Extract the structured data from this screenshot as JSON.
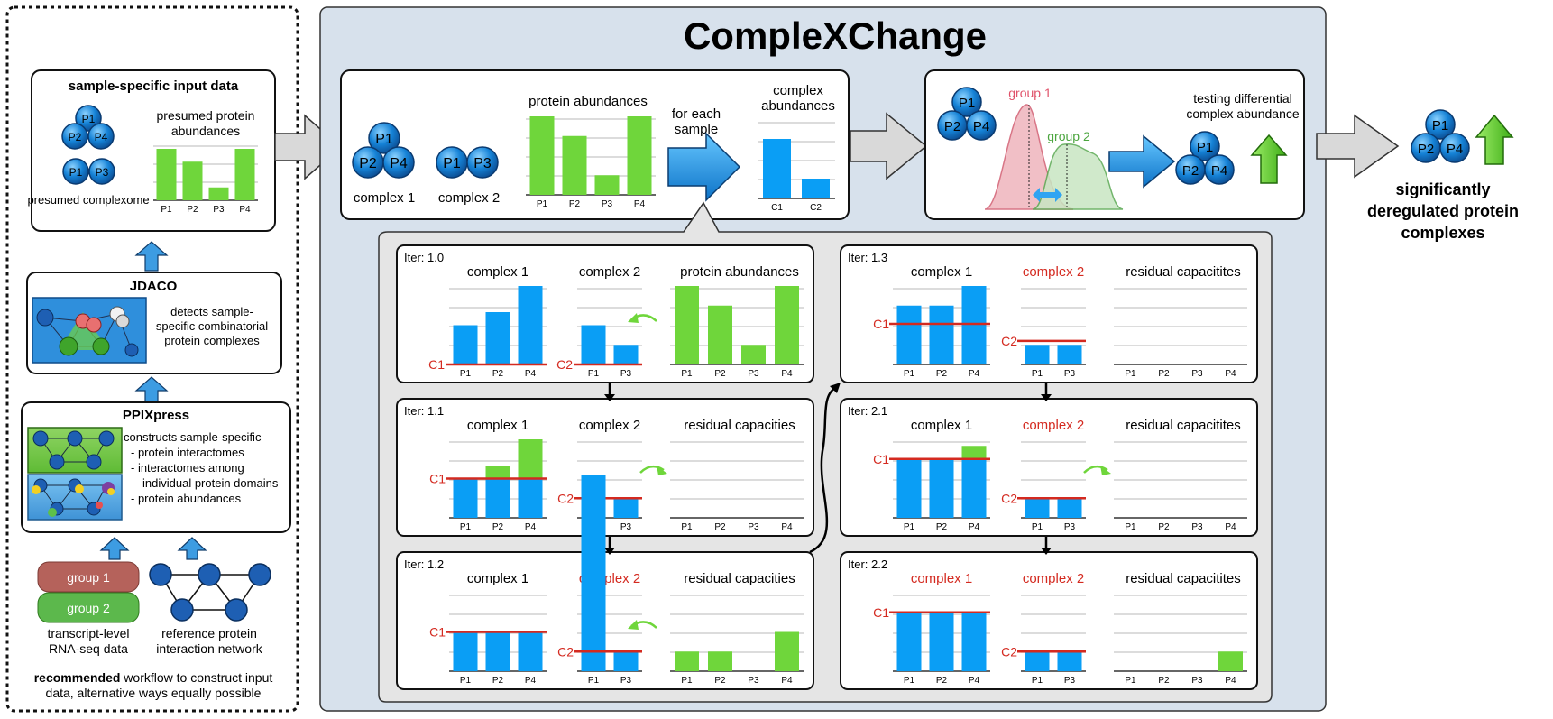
{
  "left_panel": {
    "input_box": {
      "title": "sample-specific input data",
      "complexome_label": "presumed complexome",
      "abundance_label_1": "presumed protein",
      "abundance_label_2": "abundances"
    },
    "jdaco": {
      "title": "JDACO",
      "desc": [
        "detects sample-",
        "specific combinatorial",
        "protein complexes"
      ]
    },
    "ppixpress": {
      "title": "PPIXpress",
      "desc": [
        "constructs sample-specific",
        "- protein interactomes",
        "- interactomes among",
        "individual protein domains",
        "- protein abundances"
      ]
    },
    "group1": "group 1",
    "group2": "group 2",
    "rnaseq_label": [
      "transcript-level",
      "RNA-seq data"
    ],
    "network_label": [
      "reference protein",
      "interaction network"
    ],
    "footer_bold": "recommended",
    "footer_rest": " workflow to construct input",
    "footer_line2": "data, alternative ways equally possible"
  },
  "main": {
    "title": "CompleXChange",
    "input": {
      "complex1_label": "complex 1",
      "complex2_label": "complex 2",
      "protein_abundances_title": "protein abundances",
      "for_each_sample": [
        "for each",
        "sample"
      ],
      "complex_abundances_title": [
        "complex",
        "abundances"
      ]
    },
    "test": {
      "group1": "group 1",
      "group2": "group 2",
      "title": [
        "testing differential",
        "complex abundance"
      ]
    }
  },
  "output_label": [
    "significantly",
    "deregulated protein",
    "complexes"
  ],
  "proteins": {
    "p1": "P1",
    "p2": "P2",
    "p3": "P3",
    "p4": "P4",
    "c1": "C1",
    "c2": "C2"
  },
  "iterations": [
    {
      "id": "it10",
      "label": "Iter: 1.0",
      "c1_title": "complex 1",
      "c1_red": false,
      "c2_title": "complex 2",
      "c2_red": false,
      "res_title": "protein abundances",
      "res_green": true,
      "c1_bars": [
        3,
        4,
        6
      ],
      "c1_green": [
        0,
        0,
        0
      ],
      "c1_line": 0,
      "c2_bars": [
        3,
        1.5
      ],
      "c2_green": [
        0,
        0
      ],
      "c2_line": 0,
      "res_bars": [
        6,
        4.5,
        1.5,
        6
      ],
      "arrow": "left"
    },
    {
      "id": "it11",
      "label": "Iter: 1.1",
      "c1_title": "complex 1",
      "c1_red": false,
      "c2_title": "complex 2",
      "c2_red": false,
      "res_title": "residual capacities",
      "res_green": true,
      "c1_bars": [
        3,
        3,
        3
      ],
      "c1_green": [
        0,
        1,
        3
      ],
      "c1_line": 3,
      "c2_bars": [
        1.5,
        1.5
      ],
      "c2_green": [
        1.5,
        0
      ],
      "c2_line": 1.5,
      "res_bars": [
        0,
        0,
        0,
        0
      ],
      "arrow": "right"
    },
    {
      "id": "it12",
      "label": "Iter: 1.2",
      "c1_title": "complex 1",
      "c1_red": false,
      "c2_title": "complex 2",
      "c2_red": true,
      "res_title": "residual capacities",
      "res_green": true,
      "c1_bars": [
        3,
        3,
        3
      ],
      "c1_green": [
        0,
        0,
        0
      ],
      "c1_line": 3,
      "c2_bars": [
        15,
        1.5
      ],
      "c2_green": [
        0,
        0
      ],
      "c2_line": 1.5,
      "res_bars": [
        1.5,
        1.5,
        0,
        3
      ],
      "arrow": "left"
    },
    {
      "id": "it13",
      "label": "Iter: 1.3",
      "c1_title": "complex 1",
      "c1_red": false,
      "c2_title": "complex 2",
      "c2_red": true,
      "res_title": "residual capacitites",
      "res_green": true,
      "c1_bars": [
        4.5,
        4.5,
        6
      ],
      "c1_green": [
        0,
        0,
        0
      ],
      "c1_line": 3.1,
      "c2_bars": [
        1.5,
        1.5
      ],
      "c2_green": [
        0,
        0
      ],
      "c2_line": 1.8,
      "res_bars": [
        0,
        0,
        0,
        0
      ],
      "arrow": "none"
    },
    {
      "id": "it21",
      "label": "Iter: 2.1",
      "c1_title": "complex 1",
      "c1_red": false,
      "c2_title": "complex 2",
      "c2_red": true,
      "res_title": "residual capacitites",
      "res_green": true,
      "c1_bars": [
        4.5,
        4.5,
        4.5
      ],
      "c1_green": [
        0,
        0,
        1
      ],
      "c1_line": 4.5,
      "c2_bars": [
        1.5,
        1.5
      ],
      "c2_green": [
        0,
        0
      ],
      "c2_line": 1.5,
      "res_bars": [
        0,
        0,
        0,
        0
      ],
      "arrow": "right"
    },
    {
      "id": "it22",
      "label": "Iter: 2.2",
      "c1_title": "complex 1",
      "c1_red": true,
      "c2_title": "complex 2",
      "c2_red": true,
      "res_title": "residual capacitites",
      "res_green": true,
      "c1_bars": [
        4.5,
        4.5,
        4.5
      ],
      "c1_green": [
        0,
        0,
        0
      ],
      "c1_line": 4.5,
      "c2_bars": [
        1.5,
        1.5
      ],
      "c2_green": [
        0,
        0
      ],
      "c2_line": 1.5,
      "res_bars": [
        0,
        0,
        0,
        1.5
      ],
      "arrow": "none"
    }
  ],
  "colors": {
    "blue": "#0a9ef5",
    "green": "#6fd63b",
    "red": "#d42a20",
    "panel_bg": "#d7e1ec",
    "box_bg": "#e5e5e5",
    "group1_bg": "#b5625b",
    "group2_bg": "#5cb84c"
  }
}
